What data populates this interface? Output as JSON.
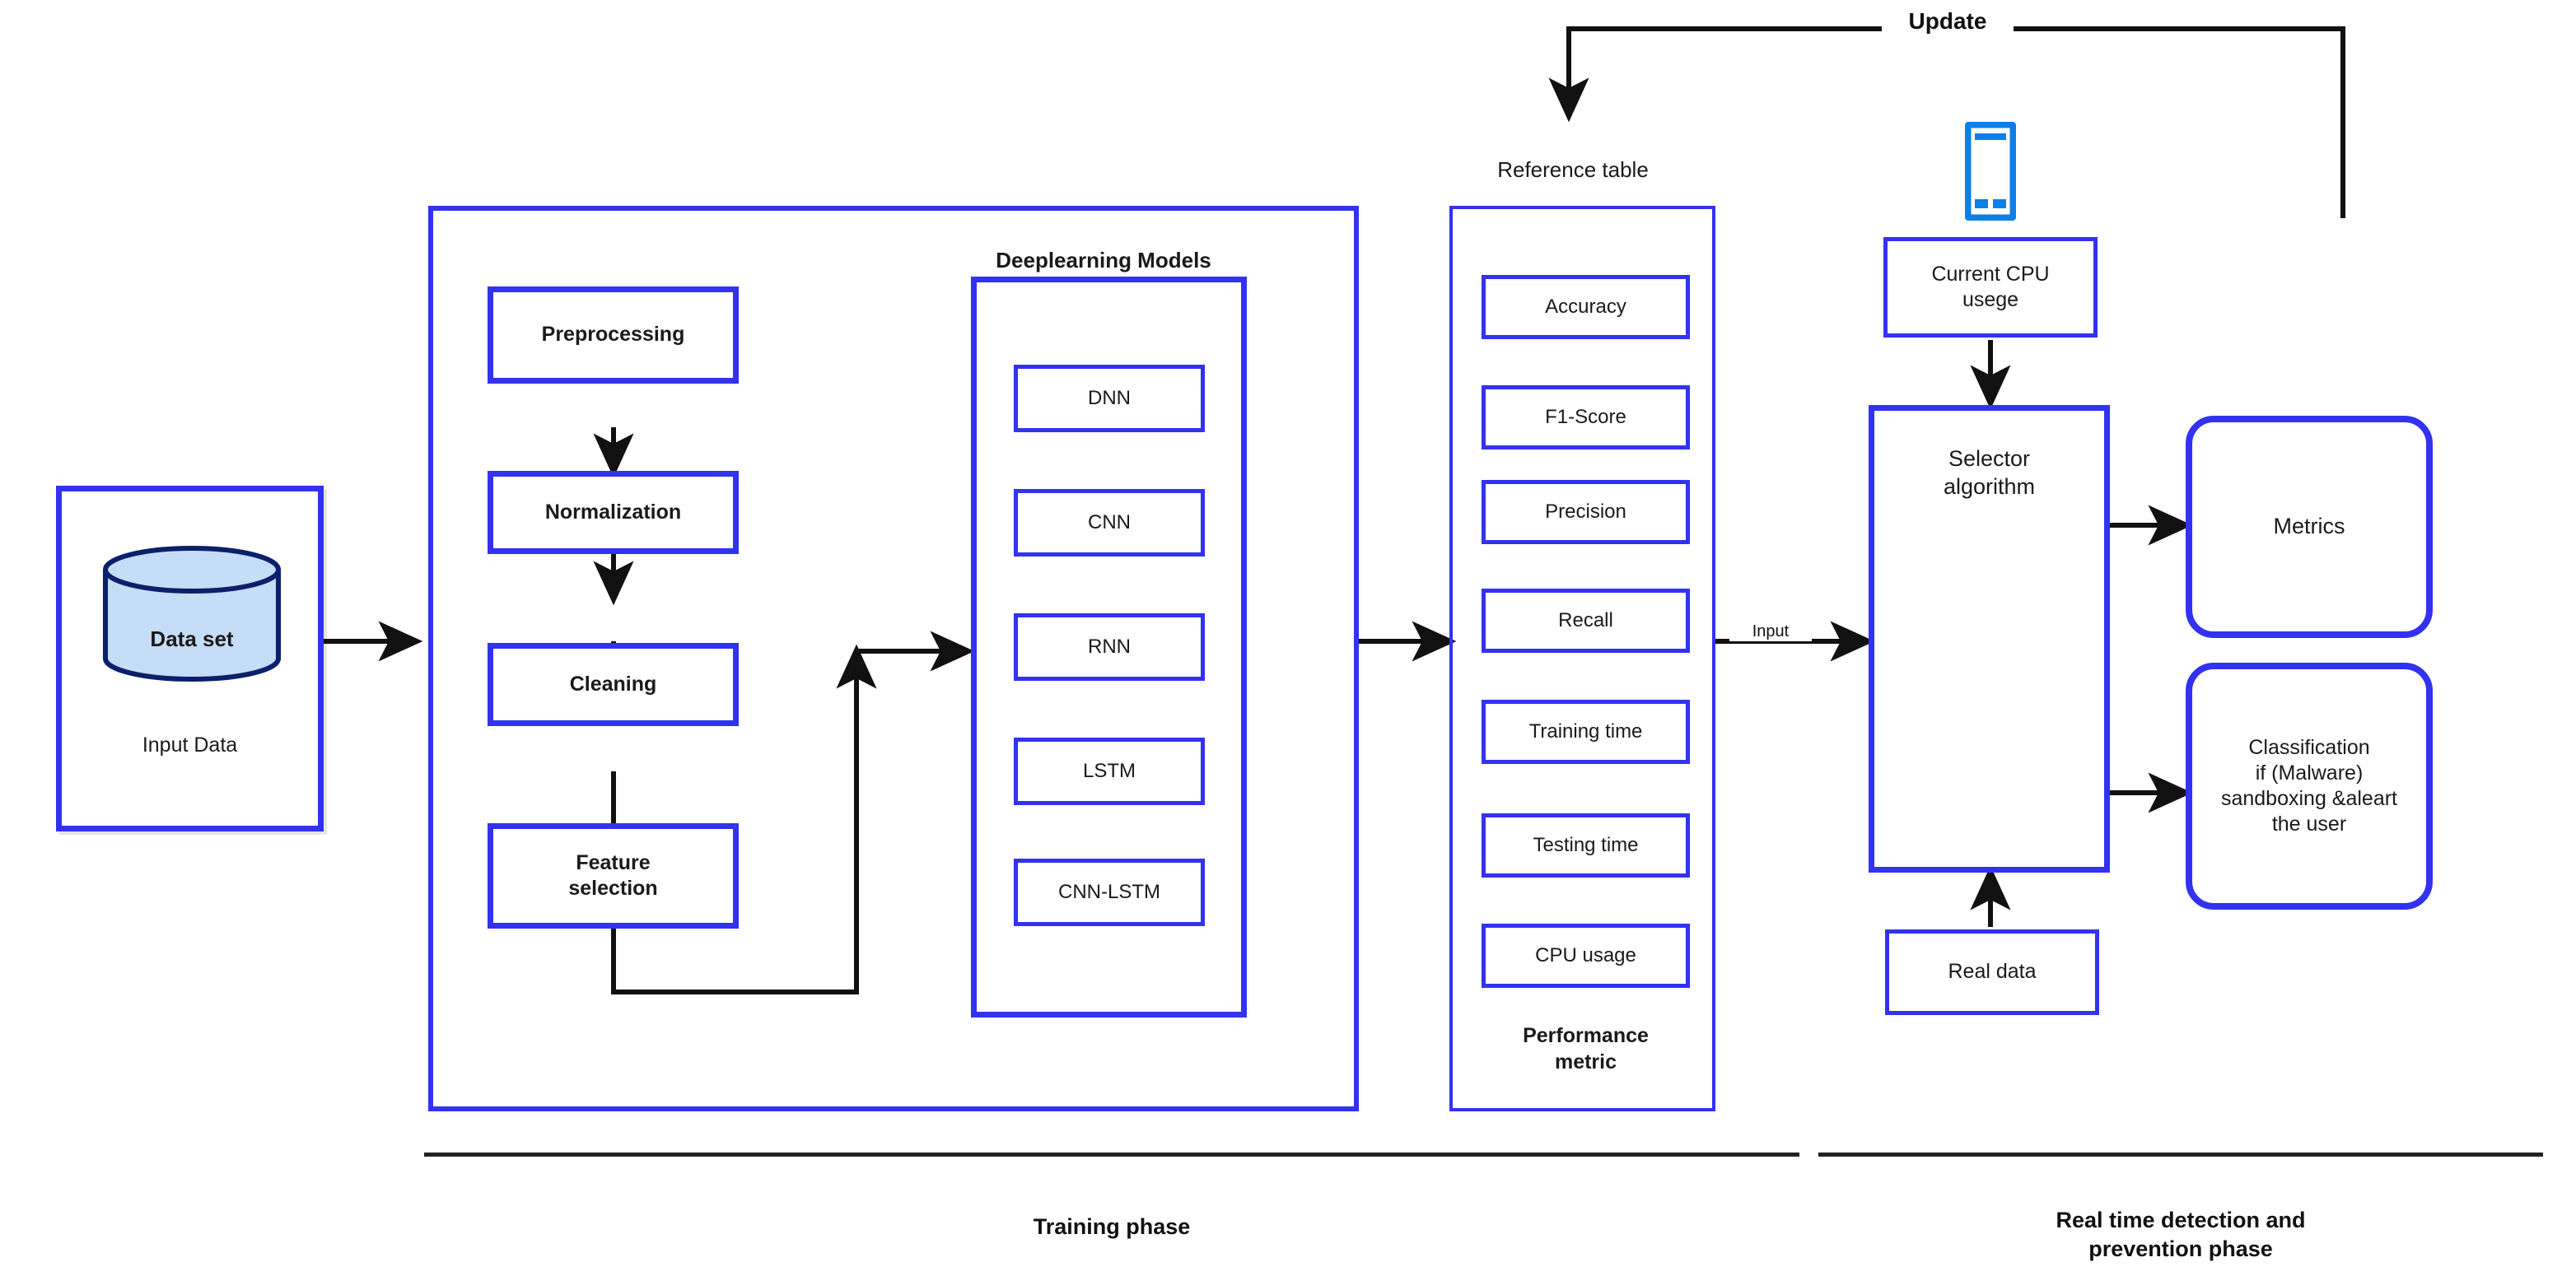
{
  "diagram": {
    "title": "Malware detection training and real-time detection pipeline",
    "accent_border_color": "#3232f0",
    "phone_icon_color": "#0d7fe8",
    "cylinder_fill_color": "#c5ddf6",
    "arrow_color": "#111111"
  },
  "input": {
    "cylinder_label": "Data set",
    "caption": "Input Data",
    "icon": "database-cylinder-icon"
  },
  "preprocessing": {
    "steps": [
      {
        "label": "Preprocessing"
      },
      {
        "label": "Normalization"
      },
      {
        "label": "Cleaning"
      },
      {
        "label": "Feature\nselection"
      }
    ]
  },
  "models": {
    "caption": "Deeplearning Models",
    "items": [
      {
        "label": "DNN"
      },
      {
        "label": "CNN"
      },
      {
        "label": "RNN"
      },
      {
        "label": "LSTM"
      },
      {
        "label": "CNN-LSTM"
      }
    ]
  },
  "reference_table": {
    "caption_top": "Reference table",
    "caption_bottom": "Performance\nmetric",
    "metrics": [
      {
        "label": "Accuracy"
      },
      {
        "label": "F1-Score"
      },
      {
        "label": "Precision"
      },
      {
        "label": "Recall"
      },
      {
        "label": "Training time"
      },
      {
        "label": "Testing time"
      },
      {
        "label": "CPU usage"
      }
    ]
  },
  "realtime": {
    "phone_icon": "mobile-phone-icon",
    "cpu_box": "Current CPU\nusege",
    "selector_box": "Selector\nalgorithm",
    "real_data_box": "Real data",
    "metrics_box": "Metrics",
    "classification_box": "Classification\nif (Malware)\nsandboxing &aleart\nthe user"
  },
  "edges": {
    "update_label": "Update",
    "input_label": "Input"
  },
  "phases": [
    {
      "label": "Training phase"
    },
    {
      "label": "Real time detection and\nprevention phase"
    }
  ]
}
